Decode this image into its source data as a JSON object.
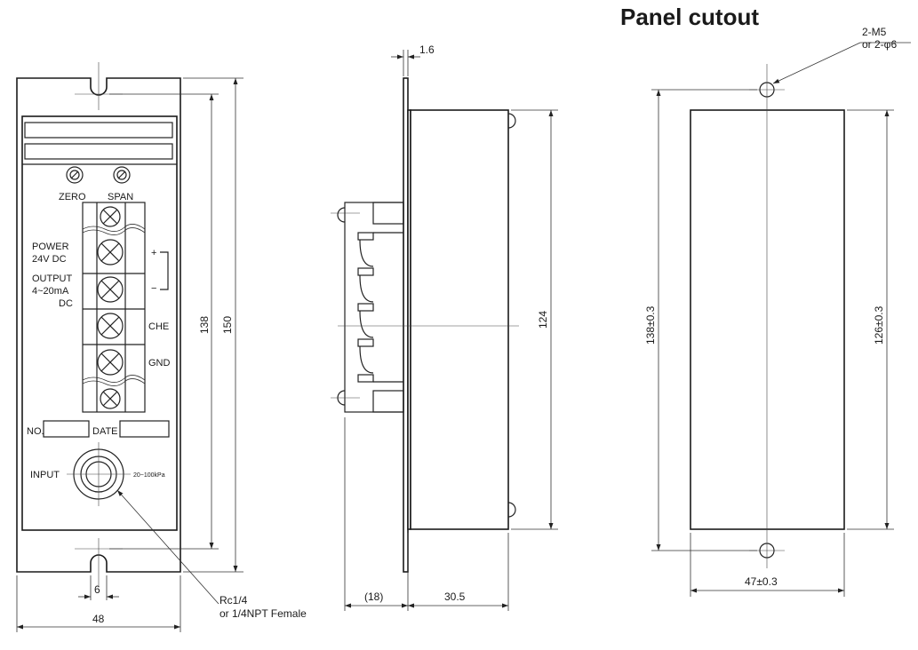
{
  "title": "Panel cutout",
  "front": {
    "knob_labels": [
      "ZERO",
      "SPAN"
    ],
    "terminals": {
      "power": [
        "POWER",
        "24V DC"
      ],
      "output": [
        "OUTPUT",
        "4~20mA",
        "DC"
      ],
      "che": "CHE",
      "gnd": "GND",
      "plus": "+",
      "minus": "−"
    },
    "no_label": "NO.",
    "date_label": "DATE",
    "input_label": "INPUT",
    "range_label": "20~100kPa",
    "port_callout": [
      "Rc1/4",
      "or 1/4NPT Female"
    ],
    "dims": {
      "slot": "6",
      "width": "48",
      "inner_height": "138",
      "height": "150"
    }
  },
  "side": {
    "dims": {
      "plate": "1.6",
      "rear": "(18)",
      "depth": "30.5",
      "body_height": "124"
    }
  },
  "cutout": {
    "hole_callout": [
      "2-M5",
      "or 2-φ6"
    ],
    "dims": {
      "width": "47±0.3",
      "height": "126±0.3",
      "pitch": "138±0.3"
    }
  }
}
